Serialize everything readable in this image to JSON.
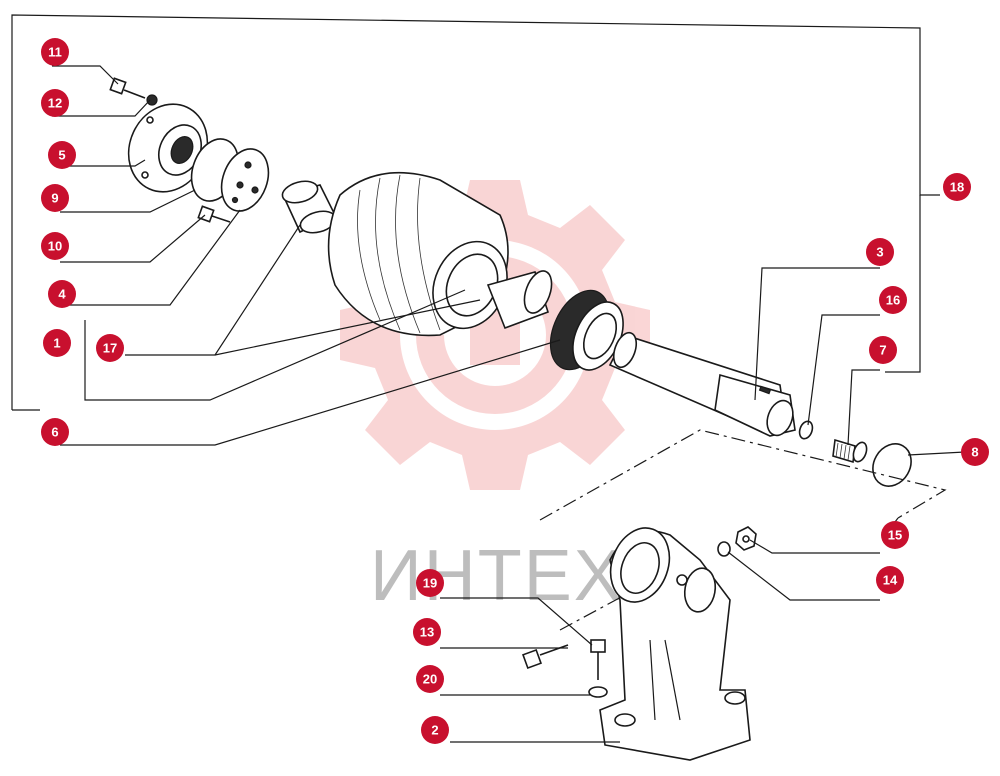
{
  "watermark": {
    "brand": "ИНТЕХ",
    "color": "#f2b8b8"
  },
  "callout_color": "#c8102e",
  "callouts": [
    {
      "id": "c11",
      "label": "11"
    },
    {
      "id": "c12",
      "label": "12"
    },
    {
      "id": "c5",
      "label": "5"
    },
    {
      "id": "c9",
      "label": "9"
    },
    {
      "id": "c10",
      "label": "10"
    },
    {
      "id": "c4",
      "label": "4"
    },
    {
      "id": "c1",
      "label": "1"
    },
    {
      "id": "c17",
      "label": "17"
    },
    {
      "id": "c6",
      "label": "6"
    },
    {
      "id": "c18",
      "label": "18"
    },
    {
      "id": "c3",
      "label": "3"
    },
    {
      "id": "c16",
      "label": "16"
    },
    {
      "id": "c7",
      "label": "7"
    },
    {
      "id": "c8",
      "label": "8"
    },
    {
      "id": "c15",
      "label": "15"
    },
    {
      "id": "c14",
      "label": "14"
    },
    {
      "id": "c19",
      "label": "19"
    },
    {
      "id": "c13",
      "label": "13"
    },
    {
      "id": "c20",
      "label": "20"
    },
    {
      "id": "c2",
      "label": "2"
    }
  ]
}
